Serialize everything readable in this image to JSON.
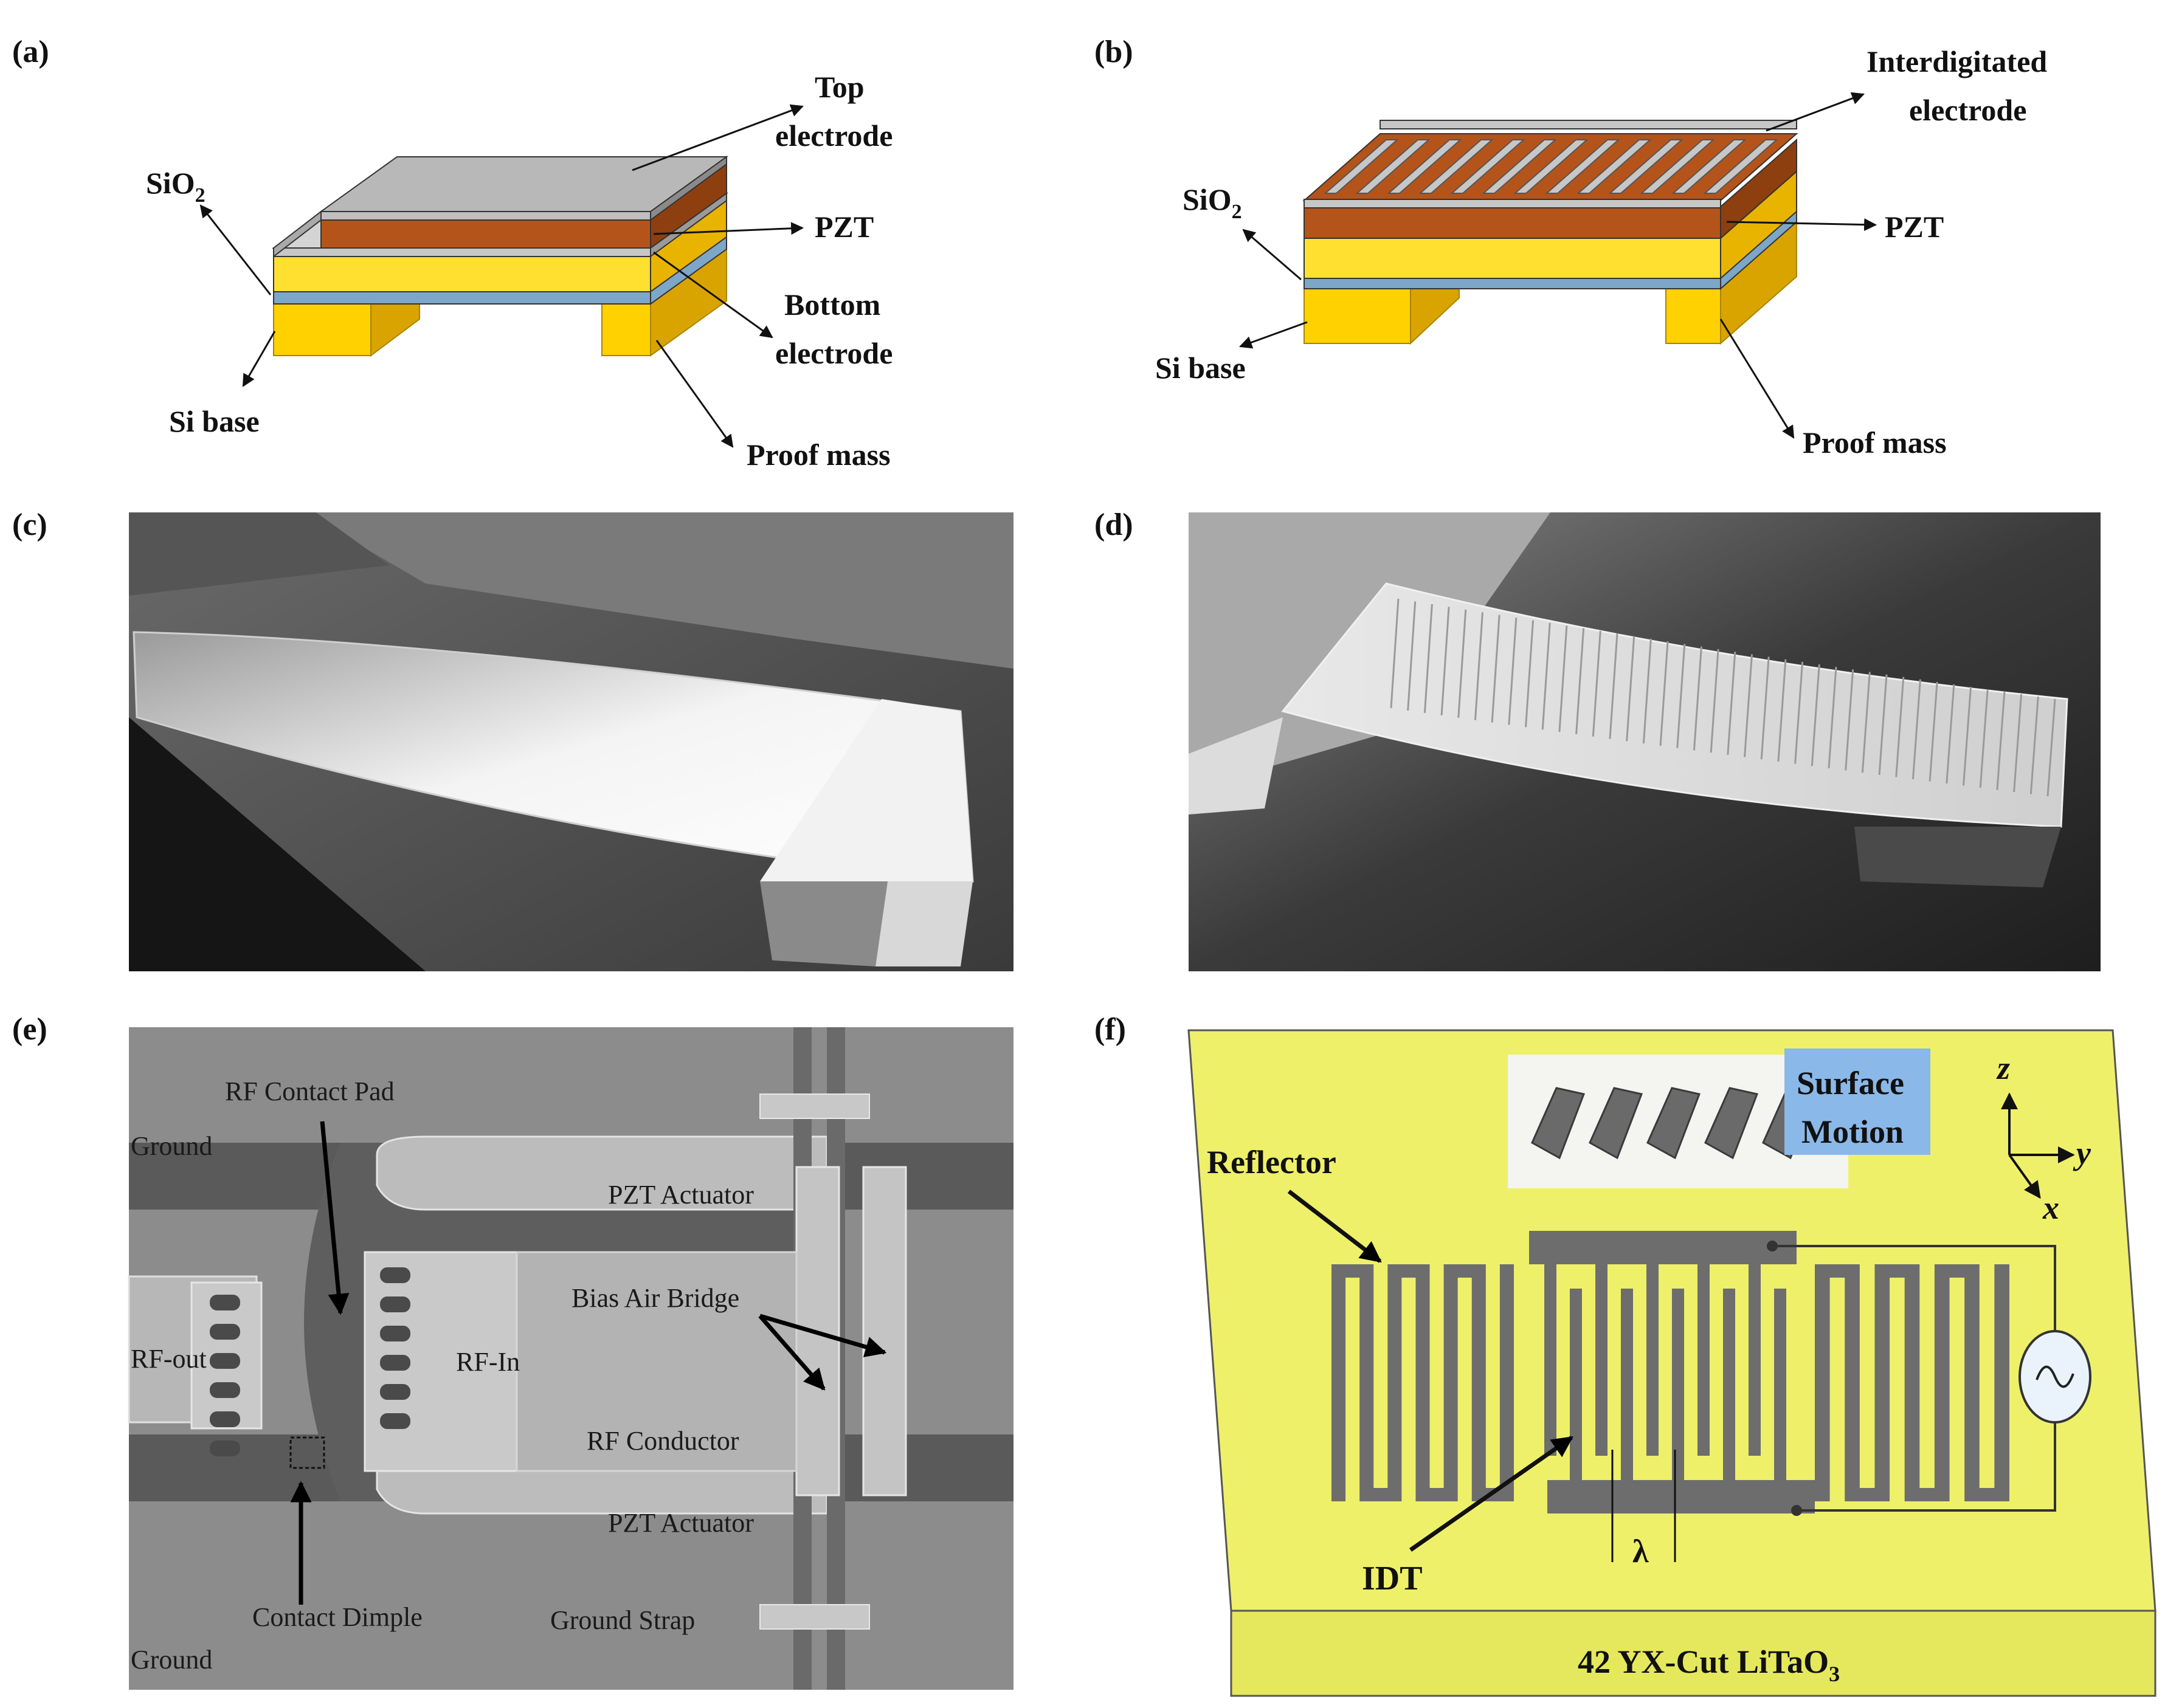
{
  "panels": {
    "a": {
      "tag": "(a)",
      "labels": {
        "top_electrode_1": "Top",
        "top_electrode_2": "electrode",
        "sio2_main": "SiO",
        "sio2_sub": "2",
        "pzt": "PZT",
        "bottom_electrode_1": "Bottom",
        "bottom_electrode_2": "electrode",
        "si_base": "Si base",
        "proof_mass": "Proof mass"
      }
    },
    "b": {
      "tag": "(b)",
      "labels": {
        "interdigitated_1": "Interdigitated",
        "interdigitated_2": "electrode",
        "sio2_main": "SiO",
        "sio2_sub": "2",
        "pzt": "PZT",
        "si_base": "Si base",
        "proof_mass": "Proof mass"
      }
    },
    "c": {
      "tag": "(c)"
    },
    "d": {
      "tag": "(d)"
    },
    "e": {
      "tag": "(e)",
      "labels": {
        "rf_contact_pad": "RF Contact Pad",
        "ground_top": "Ground",
        "pzt_actuator_top": "PZT Actuator",
        "bias_air_bridge": "Bias Air Bridge",
        "rf_out": "RF-out",
        "rf_in": "RF-In",
        "rf_conductor": "RF Conductor",
        "pzt_actuator_bottom": "PZT Actuator",
        "contact_dimple": "Contact Dimple",
        "ground_strap": "Ground Strap",
        "ground_bottom": "Ground"
      }
    },
    "f": {
      "tag": "(f)",
      "labels": {
        "surface_motion_1": "Surface",
        "surface_motion_2": "Motion",
        "axis_z": "z",
        "axis_y": "y",
        "axis_x": "x",
        "reflector": "Reflector",
        "idt": "IDT",
        "lambda": "λ",
        "substrate_main": "42 YX-Cut LiTaO",
        "substrate_sub": "3"
      }
    }
  },
  "colors": {
    "gold": "#f5c800",
    "gold_dark": "#d9a400",
    "pzt": "#b5541a",
    "electrode": "#b8b8b8",
    "substrate": "#eef06a",
    "sem_dark": "#2a2a2a"
  }
}
